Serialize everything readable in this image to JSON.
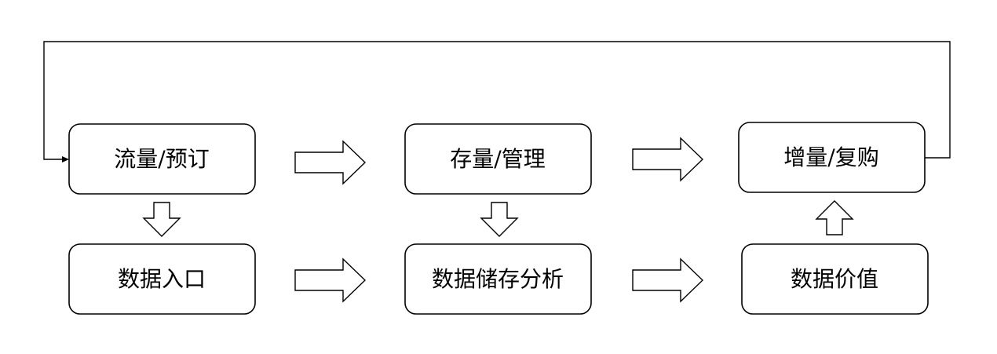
{
  "nodes": {
    "traffic": "流量/预订",
    "stock": "存量/管理",
    "growth": "增量/复购",
    "entry": "数据入口",
    "storage": "数据储存分析",
    "value": "数据价值"
  }
}
